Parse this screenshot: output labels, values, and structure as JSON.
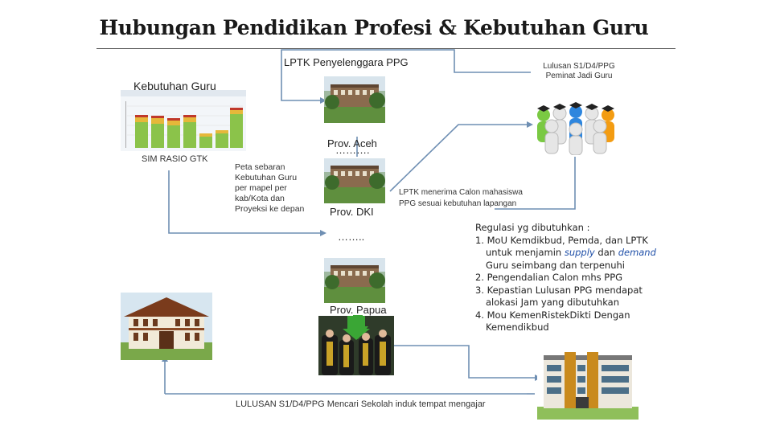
{
  "title": "Hubungan Pendidikan Profesi & Kebutuhan Guru",
  "labels": {
    "lptk": "LPTK Penyelenggara PPG",
    "lulusan_peminat": "Lulusan S1/D4/PPG Peminat Jadi Guru",
    "kebutuhan_guru": "Kebutuhan Guru",
    "sim_rasio": "SIM RASIO GTK",
    "peta_sebaran": "Peta sebaran Kebutuhan Guru per mapel per kab/Kota dan Proyeksi ke depan",
    "prov_aceh": "Prov. Aceh",
    "dots_1": "……….",
    "prov_dki": "Prov. DKI",
    "dots_2": "……..",
    "prov_papua": "Prov. Papua",
    "lptk_menerima": "LPTK menerima Calon mahasiswa PPG sesuai kebutuhan lapangan",
    "lulusan_mencari": "LULUSAN S1/D4/PPG Mencari Sekolah induk tempat mengajar"
  },
  "regulasi": {
    "heading": "Regulasi yg dibutuhkan :",
    "item1_a": "1. MoU Kemdikbud, Pemda, dan LPTK",
    "item1_b": "untuk menjamin",
    "item1_supply": "supply",
    "item1_dan": "dan",
    "item1_demand": "demand",
    "item1_c": "Guru seimbang dan terpenuhi",
    "item2": "2. Pengendalian Calon mhs PPG",
    "item3_a": "3. Kepastian Lulusan PPG mendapat",
    "item3_b": "alokasi Jam yang dibutuhkan",
    "item4_a": "4. Mou KemenRistekDikti Dengan",
    "item4_b": "Kemendikbud"
  },
  "colors": {
    "connector": "#6f8fb3",
    "arrow_green": "#3aa635",
    "title_rule": "#555555"
  },
  "icons": [
    "campus-photo",
    "bar-chart-thumbnail",
    "graduates-icon",
    "school-building",
    "graduation-ceremony-photo"
  ]
}
